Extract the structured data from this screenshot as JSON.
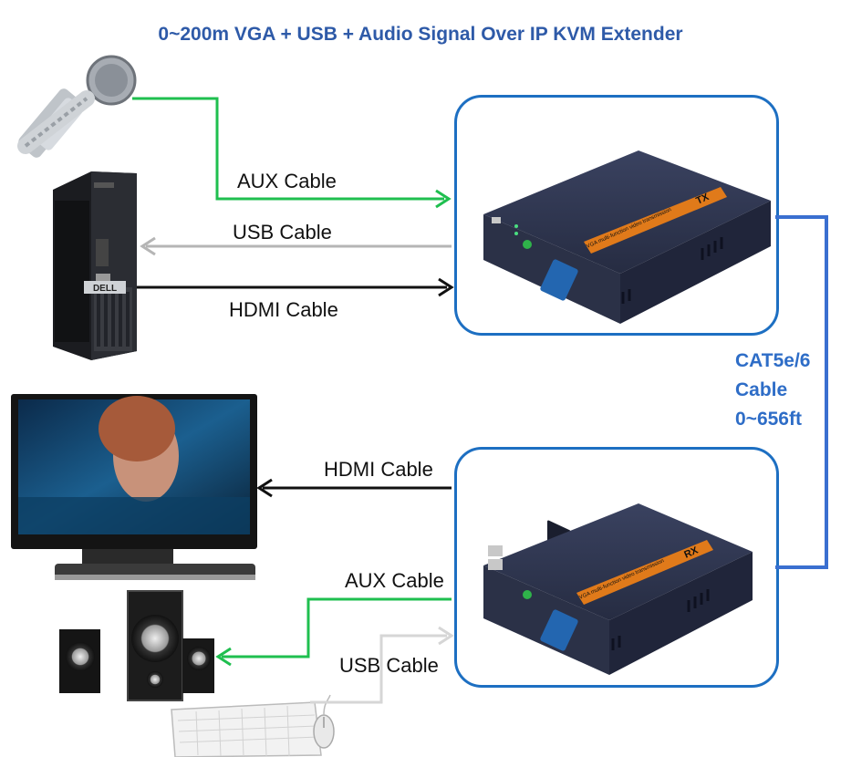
{
  "title": "0~200m VGA + USB + Audio Signal Over IP KVM Extender",
  "labels": {
    "tx_aux": "AUX Cable",
    "tx_usb": "USB Cable",
    "tx_hdmi": "HDMI Cable",
    "rx_hdmi": "HDMI Cable",
    "rx_aux": "AUX Cable",
    "rx_usb": "USB Cable"
  },
  "cat_cable": {
    "line1": "CAT5e/6",
    "line2": "Cable",
    "line3": "0~656ft"
  },
  "devices": {
    "tx": {
      "badge": "TX",
      "stripe": "VGA multi-function video transmission",
      "brand": "DELL"
    },
    "rx": {
      "badge": "RX",
      "stripe": "VGA multi-function video transmission"
    }
  },
  "colors": {
    "title": "#2e5aa8",
    "panel_border": "#1d6fc2",
    "aux": "#1fbf4f",
    "usb": "#b5b5b5",
    "hdmi": "#111111",
    "cat": "#3a6fd0",
    "device_body": "#2b3147",
    "badge": "#e07a1a"
  }
}
